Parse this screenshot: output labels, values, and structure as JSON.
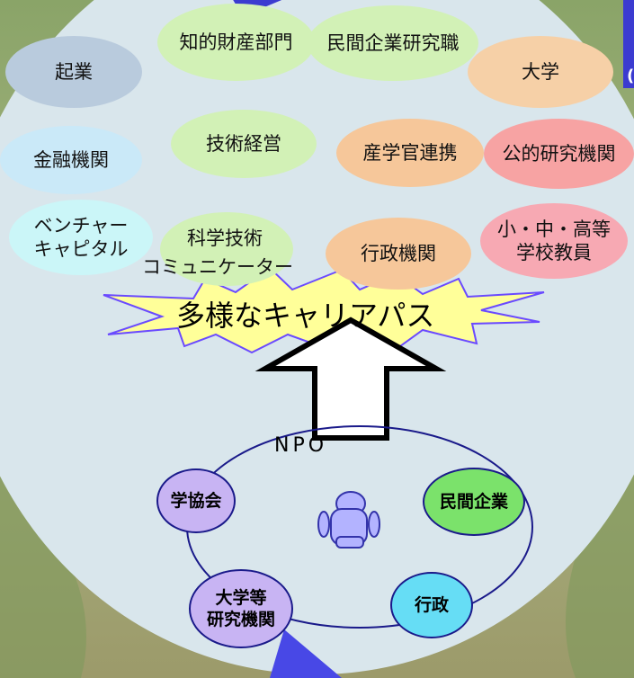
{
  "career_options": {
    "kigyo": "起業",
    "chiteki": "知的財産部門",
    "minkan_kenkyu": "民間企業研究職",
    "daigaku": "大学",
    "kinyu": "金融機関",
    "gijutsu_keiei": "技術経営",
    "sangakukan": "産学官連携",
    "koteki": "公的研究機関",
    "venture_1": "ベンチャー",
    "venture_2": "キャピタル",
    "kagaku_1": "科学技術",
    "kagaku_2": "コミュニケーター",
    "gyosei_kikan": "行政機関",
    "teacher_1": "小・中・高等",
    "teacher_2": "学校教員"
  },
  "banner": "多様なキャリアパス",
  "network": {
    "npo": "NPO",
    "gakkyokai": "学協会",
    "minkan_kigyo": "民間企業",
    "daigaku_1": "大学等",
    "daigaku_2": "研究機関",
    "gyosei": "行政"
  },
  "top_right_label": "指\n("
}
